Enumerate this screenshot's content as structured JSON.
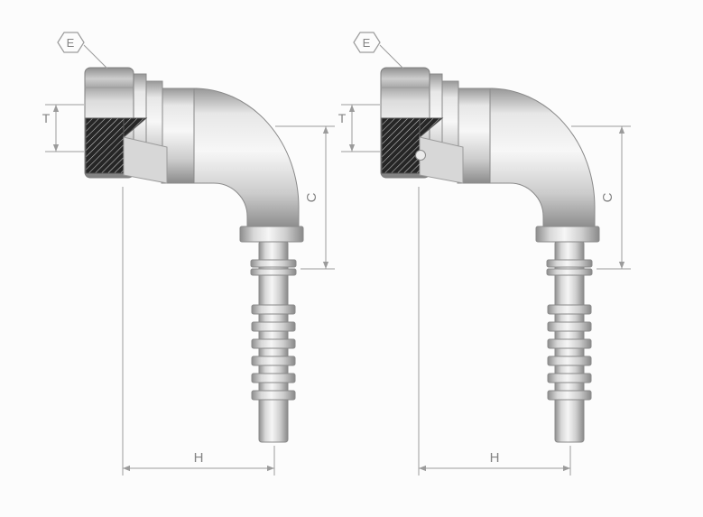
{
  "diagram": {
    "background": "#fcfcfc",
    "stroke_color": "#8a8a8a",
    "dimension_line_color": "#9b9b9b",
    "label_color": "#848484",
    "hatch_dark": "#262626",
    "fittings": [
      {
        "id": "left",
        "labels": {
          "e": "E",
          "t": "T",
          "c": "C",
          "h": "H"
        }
      },
      {
        "id": "right",
        "labels": {
          "e": "E",
          "t": "T",
          "c": "C",
          "h": "H"
        }
      }
    ]
  }
}
